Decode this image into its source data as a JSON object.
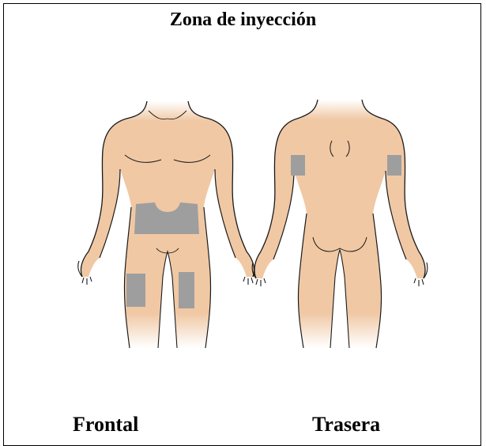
{
  "title": "Zona de inyección",
  "views": {
    "front_label": "Frontal",
    "back_label": "Trasera"
  },
  "colors": {
    "skin": "#f0c8a4",
    "skin_fade": "#ffffff",
    "injection_zone": "#9e9e9e",
    "outline": "#1a1a1a"
  }
}
